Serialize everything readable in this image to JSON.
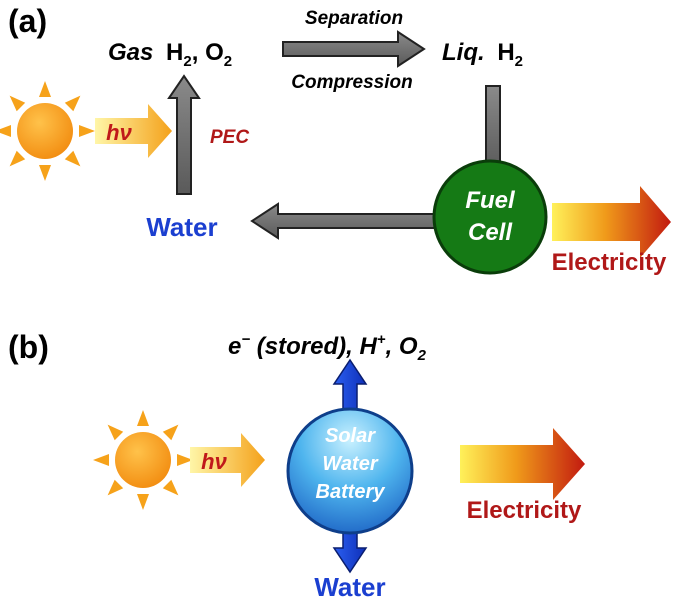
{
  "panel_a": {
    "label": "(a)",
    "gas_prefix": "Gas",
    "gas_species": "H",
    "gas_sub": "2",
    "gas_suffix": ", O",
    "gas_sub2": "2",
    "separation": "Separation",
    "compression": "Compression",
    "liq_prefix": "Liq.",
    "liq_species": "H",
    "liq_sub": "2",
    "hv": "hν",
    "pec": "PEC",
    "water": "Water",
    "fuel_cell_line1": "Fuel",
    "fuel_cell_line2": "Cell",
    "electricity": "Electricity"
  },
  "panel_b": {
    "label": "(b)",
    "products_e": "e",
    "products_e_sup": "−",
    "products_mid": " (stored), H",
    "products_h_sup": "+",
    "products_o": ", O",
    "products_o_sub": "2",
    "hv": "hν",
    "battery_line1": "Solar",
    "battery_line2": "Water",
    "battery_line3": "Battery",
    "electricity": "Electricity",
    "water": "Water"
  },
  "colors": {
    "sun": "#f6a21a",
    "gray_arrow": "#6e6e6e",
    "fuel_cell": "#157a15",
    "water_blue": "#1b3fd0",
    "pec_red": "#b01818",
    "electricity_red": "#b01818",
    "battery_blue": "#2a8fe0"
  }
}
